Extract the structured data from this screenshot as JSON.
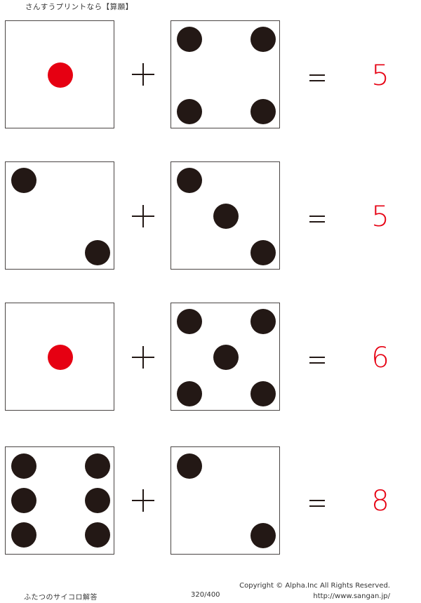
{
  "header": {
    "title": "さんすうプリントなら【算願】"
  },
  "colors": {
    "pip": "#231815",
    "one_pip": "#e60012",
    "answer": "#e60012",
    "border": "#4a4544"
  },
  "symbols": {
    "plus": "+",
    "equals": "="
  },
  "problems": [
    {
      "left_die": 1,
      "right_die": 4,
      "answer": "5"
    },
    {
      "left_die": 2,
      "right_die": 3,
      "answer": "5"
    },
    {
      "left_die": 1,
      "right_die": 5,
      "answer": "6"
    },
    {
      "left_die": 6,
      "right_die": 2,
      "answer": "8"
    }
  ],
  "footer": {
    "title": "ふたつのサイコロ解答",
    "page": "320/400",
    "copyright": "Copyright ©  Alpha.Inc All Rights Reserved.",
    "url": "http://www.sangan.jp/"
  }
}
